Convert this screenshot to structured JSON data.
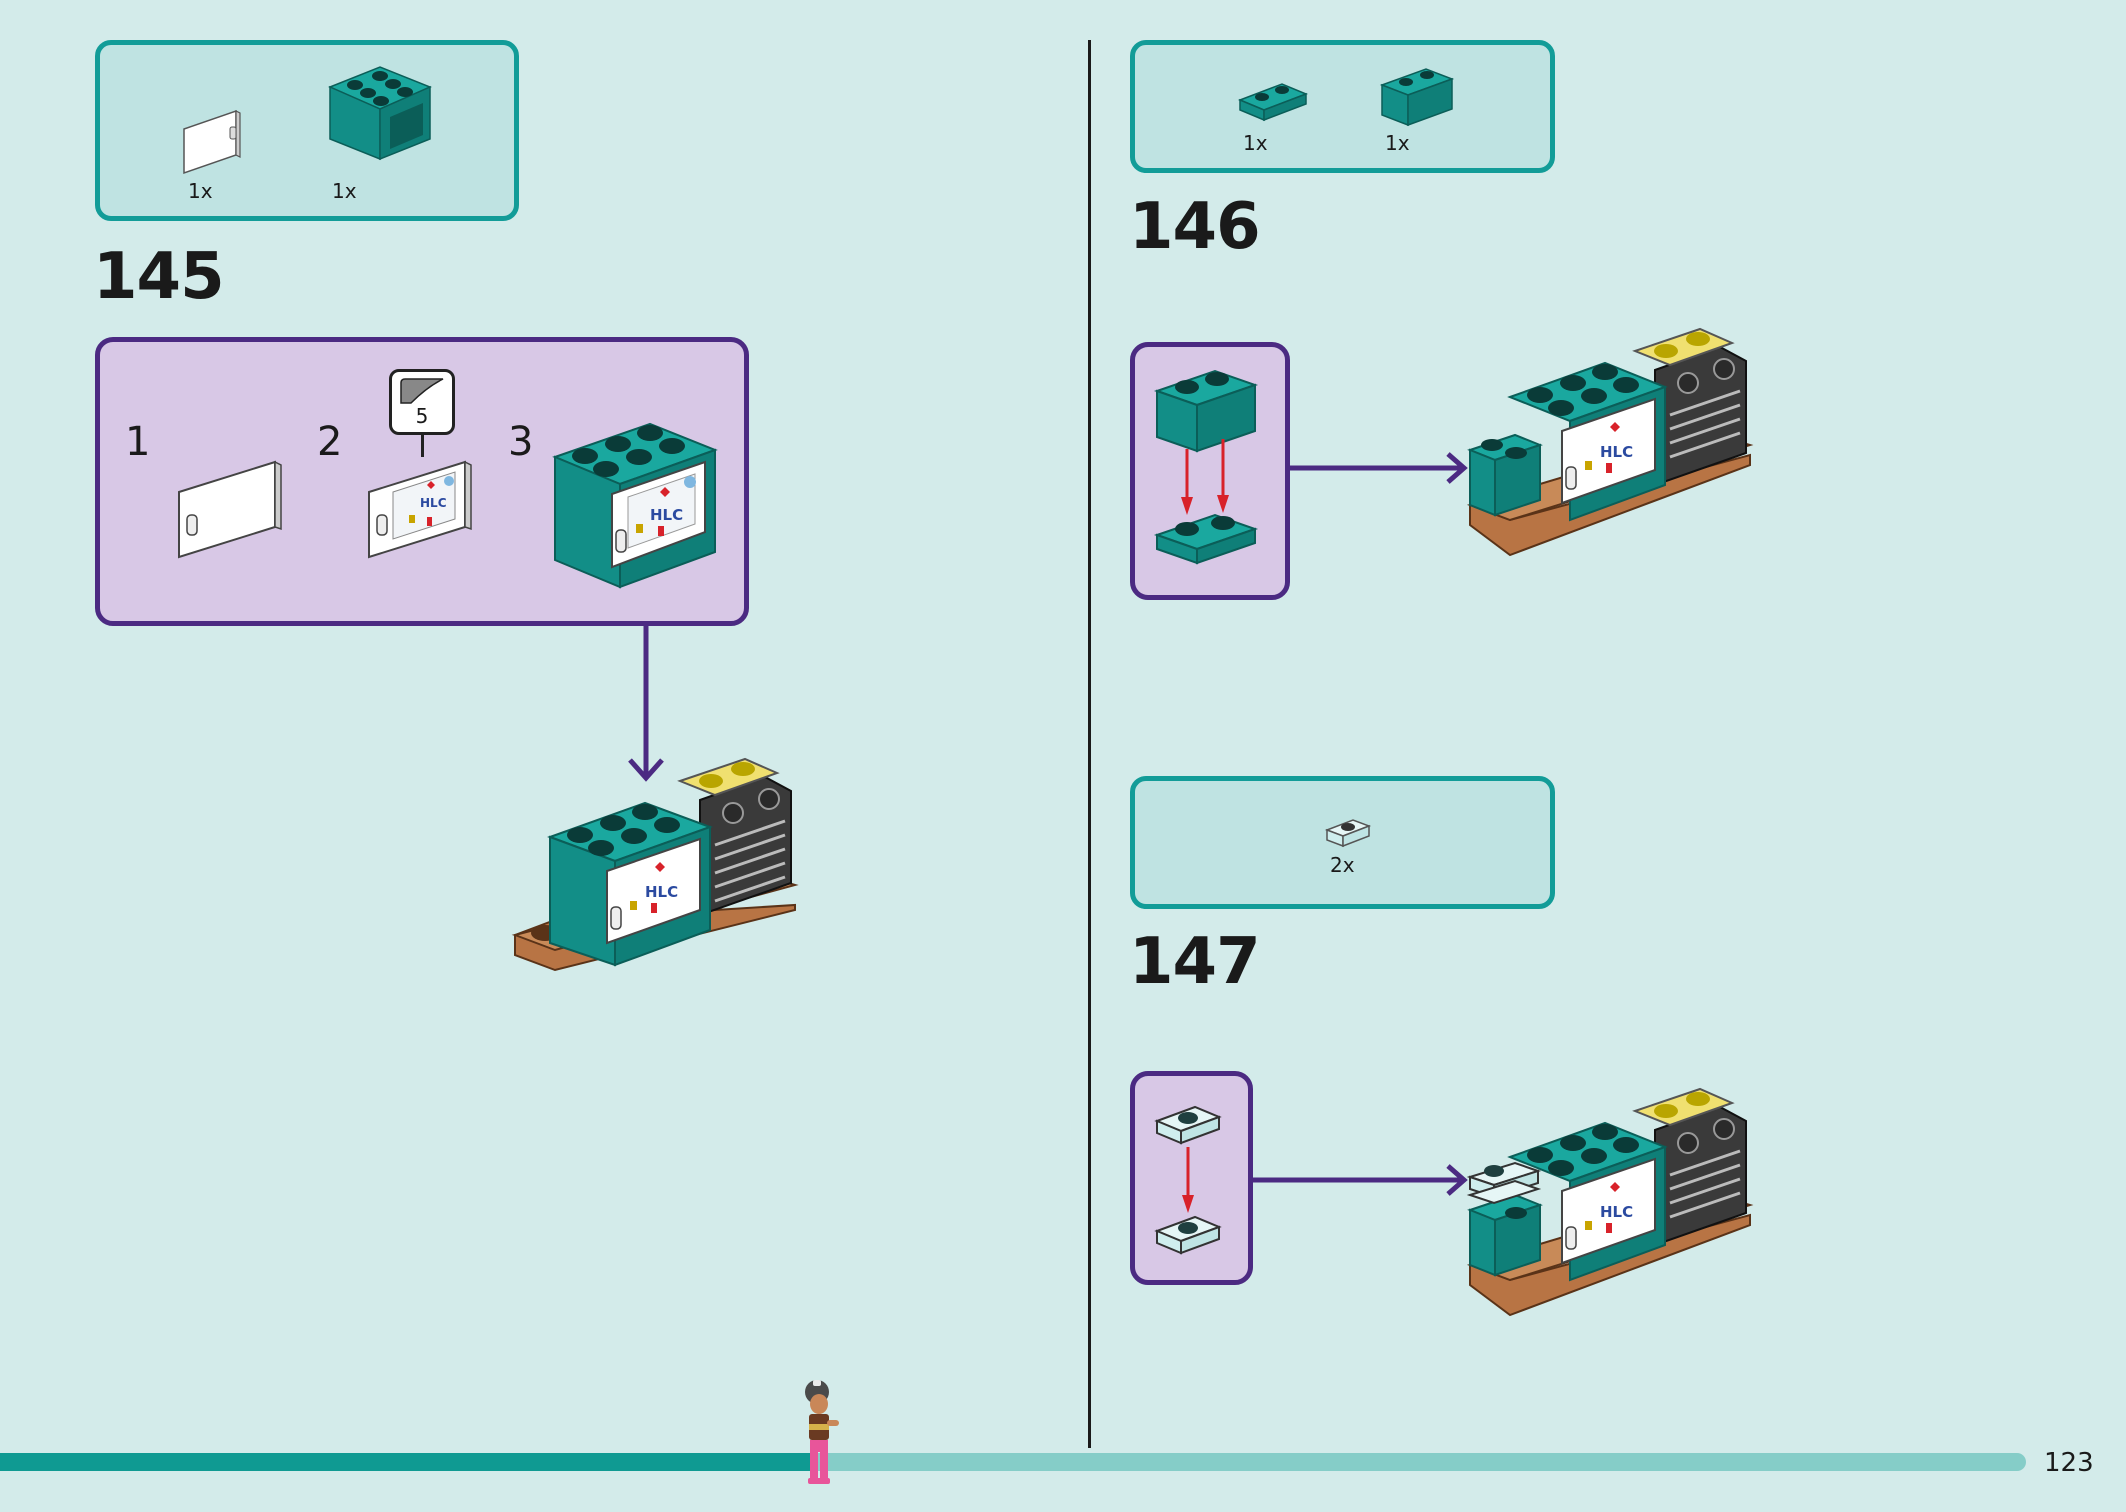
{
  "page": {
    "number": "123"
  },
  "steps": [
    {
      "number": "145",
      "parts": [
        {
          "qty": "1x",
          "icon": "white-panel-icon"
        },
        {
          "qty": "1x",
          "icon": "teal-box-brick-icon"
        }
      ],
      "substeps": [
        "1",
        "2",
        "3"
      ],
      "sticker": {
        "number": "5"
      }
    },
    {
      "number": "146",
      "parts": [
        {
          "qty": "1x",
          "icon": "teal-plate-icon"
        },
        {
          "qty": "1x",
          "icon": "teal-brick-icon"
        }
      ]
    },
    {
      "number": "147",
      "parts": [
        {
          "qty": "2x",
          "icon": "transparent-tile-icon"
        }
      ]
    }
  ],
  "colors": {
    "background": "#d3ebea",
    "parts_box_border": "#129c98",
    "subassembly_border": "#4b2a82",
    "arrow": "#4b2a82",
    "red_arrow": "#d8222a",
    "progress": "#0f9a92",
    "progress_track": "#85cdc8"
  }
}
